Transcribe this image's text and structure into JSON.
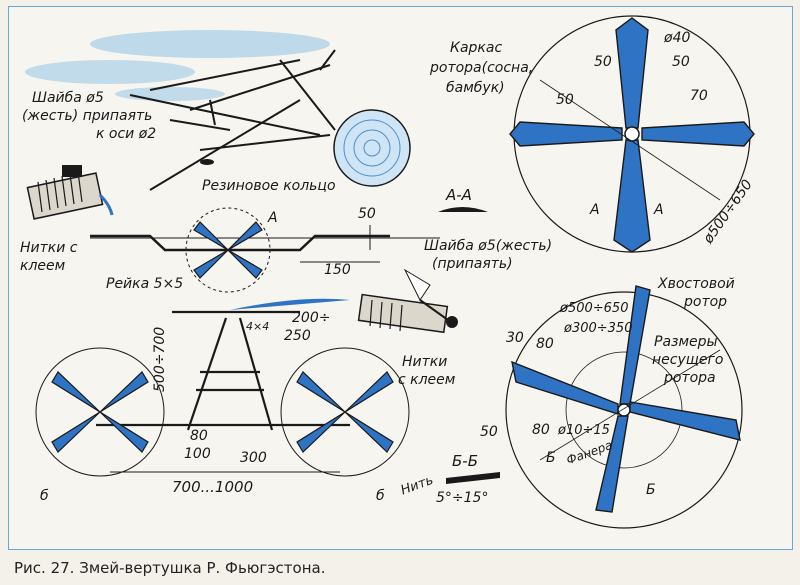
{
  "caption": "Рис. 27. Змей-вертушка Р. Фьюгэстона.",
  "colors": {
    "blade": "#2f73c4",
    "frame_border": "#6aa9cf",
    "ink": "#1a1a1a",
    "paper": "#f7f5ef"
  },
  "labels": {
    "frame_line1": "Каркас",
    "frame_line2": "ротора(сосна,",
    "frame_line3": "бамбук)",
    "washer_left_1": "Шайба ø5",
    "washer_left_2": "(жесть) припаять",
    "washer_left_3": "к оси ø2",
    "threads_left_1": "Нитки с",
    "threads_left_2": "клеем",
    "rubber_ring": "Резиновое кольцо",
    "rail": "Рейка 5×5",
    "letter_a": "А",
    "section_aa": "А-А",
    "washer_mid_1": "Шайба ø5(жесть)",
    "washer_mid_2": "(припаять)",
    "threads_mid_1": "Нитки",
    "threads_mid_2": "с клеем",
    "tail_rotor_1": "Хвостовой",
    "tail_rotor_2": "ротор",
    "main_rotor_1": "Размеры",
    "main_rotor_2": "несущего",
    "main_rotor_3": "ротора",
    "plywood": "Фанера",
    "thread": "Нить",
    "section_bb": "Б-Б",
    "letter_b": "б",
    "cut_a": "А",
    "cut_b": "Б"
  },
  "dimensions": {
    "d40": "ø40",
    "d50a": "50",
    "d50b": "50",
    "d50c": "50",
    "d70": "70",
    "d500_650_top": "ø500÷650",
    "d50_rail": "50",
    "d150": "150",
    "d200_250": "200÷",
    "d250": "250",
    "d4x4": "4×4",
    "d500_700": "500÷700",
    "d80": "80",
    "d100": "100",
    "d300": "300",
    "d700_1000": "700...1000",
    "d500_650_bot": "ø500÷650",
    "d300_350": "ø300÷350",
    "d30": "30",
    "d80b": "80",
    "d50d": "50",
    "d80c": "80",
    "d10_15": "ø10÷15",
    "angle": "5°÷15°"
  }
}
